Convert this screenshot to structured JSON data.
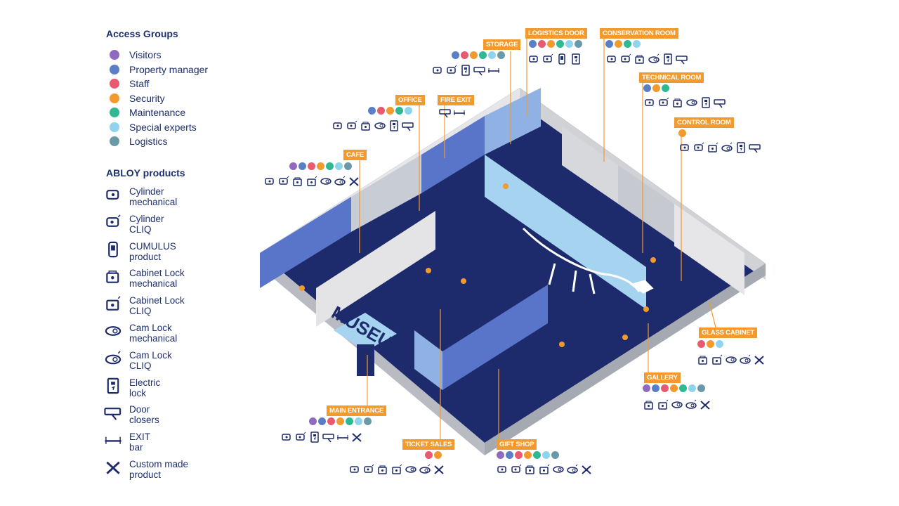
{
  "legend": {
    "groups_title": "Access Groups",
    "groups": [
      {
        "label": "Visitors",
        "color": "#8e6bbf"
      },
      {
        "label": "Property manager",
        "color": "#5b7fc7"
      },
      {
        "label": "Staff",
        "color": "#e85a70"
      },
      {
        "label": "Security",
        "color": "#f29a2e"
      },
      {
        "label": "Maintenance",
        "color": "#2fb892"
      },
      {
        "label": "Special experts",
        "color": "#8fd3ec"
      },
      {
        "label": "Logistics",
        "color": "#6a9aa8"
      }
    ],
    "products_title": "ABLOY products",
    "products": [
      {
        "line1": "Cylinder",
        "line2": "mechanical",
        "icon": "cylinder-mechanical-icon"
      },
      {
        "line1": "Cylinder",
        "line2": "CLIQ",
        "icon": "cylinder-cliq-icon"
      },
      {
        "line1": "CUMULUS",
        "line2": "product",
        "icon": "cumulus-icon"
      },
      {
        "line1": "Cabinet Lock",
        "line2": "mechanical",
        "icon": "cabinet-lock-mechanical-icon"
      },
      {
        "line1": "Cabinet Lock",
        "line2": "CLIQ",
        "icon": "cabinet-lock-cliq-icon"
      },
      {
        "line1": "Cam Lock",
        "line2": "mechanical",
        "icon": "cam-lock-mechanical-icon"
      },
      {
        "line1": "Cam Lock",
        "line2": "CLIQ",
        "icon": "cam-lock-cliq-icon"
      },
      {
        "line1": "Electric",
        "line2": "lock",
        "icon": "electric-lock-icon"
      },
      {
        "line1": "Door",
        "line2": "closers",
        "icon": "door-closer-icon"
      },
      {
        "line1": "EXIT",
        "line2": "bar",
        "icon": "exit-bar-icon"
      },
      {
        "line1": "Custom made",
        "line2": "product",
        "icon": "custom-made-icon"
      }
    ]
  },
  "building": {
    "sign": "MUSEUM"
  },
  "areas": [
    {
      "key": "storage",
      "label": "STORAGE",
      "groups": [
        1,
        2,
        3,
        4,
        5,
        6
      ],
      "products": [
        "cylinder-mechanical-icon",
        "cylinder-cliq-icon",
        "electric-lock-icon",
        "door-closer-icon",
        "exit-bar-icon"
      ]
    },
    {
      "key": "logistics",
      "label": "LOGISTICS DOOR",
      "groups": [
        1,
        2,
        3,
        4,
        5,
        6
      ],
      "products": [
        "cylinder-mechanical-icon",
        "cylinder-cliq-icon",
        "cumulus-icon",
        "electric-lock-icon"
      ]
    },
    {
      "key": "conservation",
      "label": "CONSERVATION ROOM",
      "groups": [
        1,
        3,
        4,
        5
      ],
      "products": [
        "cylinder-mechanical-icon",
        "cylinder-cliq-icon",
        "cabinet-lock-mechanical-icon",
        "cam-lock-cliq-icon",
        "electric-lock-icon",
        "door-closer-icon"
      ]
    },
    {
      "key": "technical",
      "label": "TECHNICAL ROOM",
      "groups": [
        1,
        3,
        4
      ],
      "products": [
        "cylinder-mechanical-icon",
        "cylinder-cliq-icon",
        "cabinet-lock-mechanical-icon",
        "cam-lock-mechanical-icon",
        "electric-lock-icon",
        "door-closer-icon"
      ]
    },
    {
      "key": "control",
      "label": "CONTROL ROOM",
      "groups": [
        3
      ],
      "products": [
        "cylinder-mechanical-icon",
        "cylinder-cliq-icon",
        "cabinet-lock-cliq-icon",
        "cam-lock-cliq-icon",
        "electric-lock-icon",
        "door-closer-icon"
      ]
    },
    {
      "key": "office",
      "label": "OFFICE",
      "groups": [
        1,
        2,
        3,
        4,
        5
      ],
      "products": [
        "cylinder-mechanical-icon",
        "cylinder-cliq-icon",
        "cabinet-lock-mechanical-icon",
        "cam-lock-mechanical-icon",
        "electric-lock-icon",
        "door-closer-icon"
      ]
    },
    {
      "key": "fire",
      "label": "FIRE EXIT",
      "groups": [],
      "products": [
        "door-closer-icon",
        "exit-bar-icon"
      ]
    },
    {
      "key": "cafe",
      "label": "CAFE",
      "groups": [
        0,
        1,
        2,
        3,
        4,
        5,
        6
      ],
      "products": [
        "cylinder-mechanical-icon",
        "cylinder-cliq-icon",
        "cabinet-lock-mechanical-icon",
        "cabinet-lock-cliq-icon",
        "cam-lock-mechanical-icon",
        "cam-lock-cliq-icon",
        "custom-made-icon"
      ]
    },
    {
      "key": "glass",
      "label": "GLASS CABINET",
      "groups": [
        2,
        3,
        5
      ],
      "products": [
        "cabinet-lock-mechanical-icon",
        "cabinet-lock-cliq-icon",
        "cam-lock-mechanical-icon",
        "cam-lock-cliq-icon",
        "custom-made-icon"
      ]
    },
    {
      "key": "gallery",
      "label": "GALLERY",
      "groups": [
        0,
        1,
        2,
        3,
        4,
        5,
        6
      ],
      "products": [
        "cabinet-lock-mechanical-icon",
        "cabinet-lock-cliq-icon",
        "cam-lock-mechanical-icon",
        "cam-lock-cliq-icon",
        "custom-made-icon"
      ]
    },
    {
      "key": "main",
      "label": "MAIN ENTRANCE",
      "groups": [
        0,
        1,
        2,
        3,
        4,
        5,
        6
      ],
      "products": [
        "cylinder-mechanical-icon",
        "cylinder-cliq-icon",
        "electric-lock-icon",
        "door-closer-icon",
        "exit-bar-icon",
        "custom-made-icon"
      ]
    },
    {
      "key": "ticket",
      "label": "TICKET SALES",
      "groups": [
        2,
        3
      ],
      "products": [
        "cylinder-mechanical-icon",
        "cylinder-cliq-icon",
        "cabinet-lock-mechanical-icon",
        "cabinet-lock-cliq-icon",
        "cam-lock-mechanical-icon",
        "cam-lock-cliq-icon",
        "custom-made-icon"
      ]
    },
    {
      "key": "gift",
      "label": "GIFT SHOP",
      "groups": [
        0,
        1,
        2,
        3,
        4,
        5,
        6
      ],
      "products": [
        "cylinder-mechanical-icon",
        "cylinder-cliq-icon",
        "cabinet-lock-mechanical-icon",
        "cabinet-lock-cliq-icon",
        "cam-lock-mechanical-icon",
        "cam-lock-cliq-icon",
        "custom-made-icon"
      ]
    }
  ]
}
